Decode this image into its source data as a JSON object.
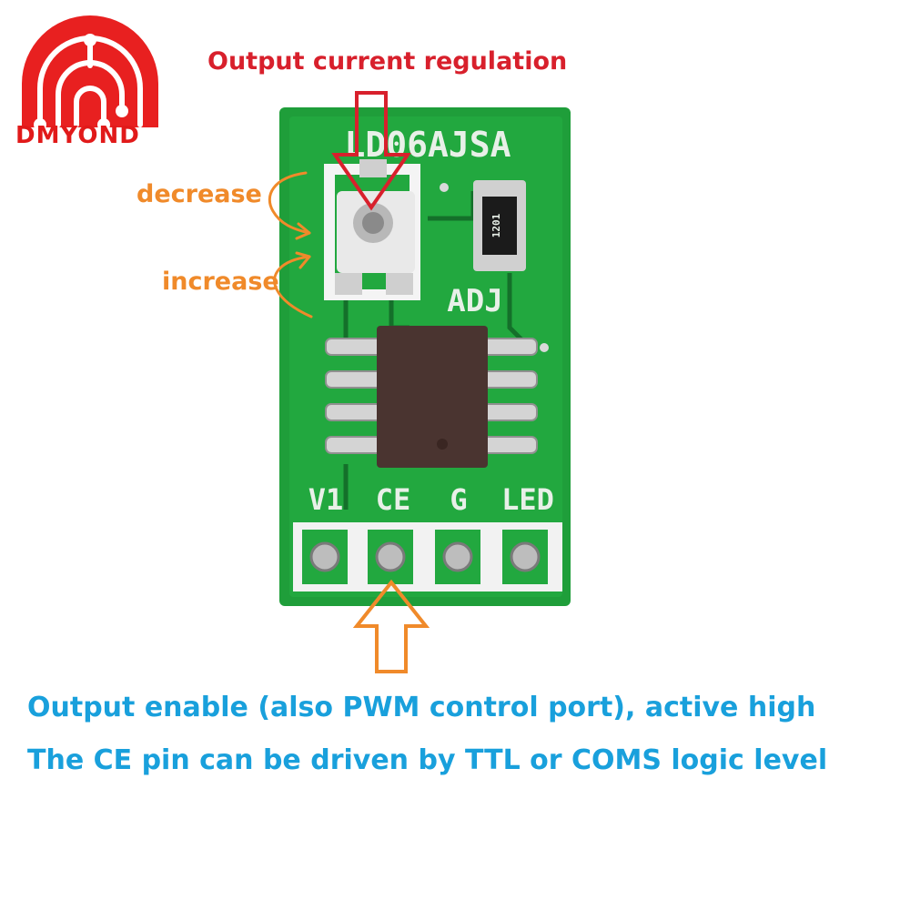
{
  "logo": {
    "text": "DMYOND",
    "color": "#e11a1a"
  },
  "annotations": {
    "top_label": "Output current regulation",
    "decrease": "decrease",
    "increase": "increase",
    "bottom_line_1": "Output enable (also PWM control port), active high",
    "bottom_line_2": "The CE pin can be driven by TTL or COMS logic level"
  },
  "board": {
    "model": "LD06AJSA",
    "adj_label": "ADJ",
    "resistor_code": "1201",
    "pins": [
      "V1",
      "CE",
      "G",
      "LED"
    ],
    "board_color": "#1f9e3a",
    "arrow_colors": {
      "top": "#d8202c",
      "bottom": "#f08a2a"
    }
  }
}
